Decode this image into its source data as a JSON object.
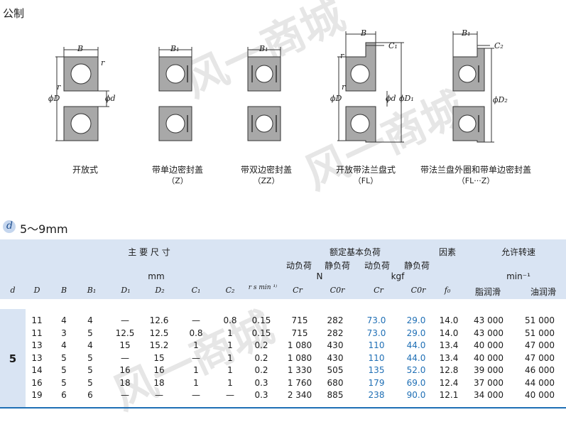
{
  "page_title": "公制",
  "diagrams": [
    {
      "caption": "开放式",
      "code": "",
      "dims": {
        "B": "B",
        "r_top": "r",
        "r_side": "r",
        "D": "ϕD",
        "d": "ϕd"
      }
    },
    {
      "caption": "带单边密封盖",
      "code": "（Z）",
      "dims": {
        "B": "B₁"
      }
    },
    {
      "caption": "带双边密封盖",
      "code": "（ZZ）",
      "dims": {
        "B": "B₁"
      }
    },
    {
      "caption": "开放带法兰盘式",
      "code": "（FL）",
      "dims": {
        "B": "B",
        "C": "C₁",
        "r_top": "r",
        "r_side": "r",
        "D": "ϕD",
        "d": "ϕd",
        "D1": "ϕD₁"
      }
    },
    {
      "caption": "带法兰盘外圈和带单边密封盖",
      "code": "（FL···Z）",
      "dims": {
        "B": "B₁",
        "C": "C₂",
        "D2": "ϕD₂"
      }
    }
  ],
  "section": {
    "symbol": "d",
    "range": "5～9mm"
  },
  "table": {
    "group_main": "主 要 尺 寸",
    "group_load": "额定基本负荷",
    "group_factor": "因素",
    "group_speed": "允许转速",
    "dyn1": "动负荷",
    "sta1": "静负荷",
    "dyn2": "动负荷",
    "sta2": "静负荷",
    "unit_mm": "mm",
    "unit_N": "N",
    "unit_kgf": "kgf",
    "unit_min": "min⁻¹",
    "grease": "脂润滑",
    "oil": "油润滑",
    "cols": [
      "d",
      "D",
      "B",
      "B₁",
      "D₁",
      "D₂",
      "C₁",
      "C₂",
      "r s min ¹⁾",
      "Cr",
      "C0r",
      "Cr",
      "C0r",
      "f₀"
    ],
    "group_value": "5",
    "rows": [
      [
        "11",
        "4",
        "4",
        "—",
        "12.6",
        "—",
        "0.8",
        "0.15",
        "715",
        "282",
        "73.0",
        "29.0",
        "14.0",
        "43 000",
        "51 000"
      ],
      [
        "11",
        "3",
        "5",
        "12.5",
        "12.5",
        "0.8",
        "1",
        "0.15",
        "715",
        "282",
        "73.0",
        "29.0",
        "14.0",
        "43 000",
        "51 000"
      ],
      [
        "13",
        "4",
        "4",
        "15",
        "15.2",
        "1",
        "1",
        "0.2",
        "1 080",
        "430",
        "110",
        "44.0",
        "13.4",
        "40 000",
        "47 000"
      ],
      [
        "13",
        "5",
        "5",
        "—",
        "15",
        "—",
        "1",
        "0.2",
        "1 080",
        "430",
        "110",
        "44.0",
        "13.4",
        "40 000",
        "47 000"
      ],
      [
        "14",
        "5",
        "5",
        "16",
        "16",
        "1",
        "1",
        "0.2",
        "1 330",
        "505",
        "135",
        "52.0",
        "12.8",
        "39 000",
        "46 000"
      ],
      [
        "16",
        "5",
        "5",
        "18",
        "18",
        "1",
        "1",
        "0.3",
        "1 760",
        "680",
        "179",
        "69.0",
        "12.4",
        "37 000",
        "44 000"
      ],
      [
        "19",
        "6",
        "6",
        "—",
        "—",
        "—",
        "—",
        "0.3",
        "2 340",
        "885",
        "238",
        "90.0",
        "12.1",
        "34 000",
        "40 000"
      ]
    ]
  }
}
